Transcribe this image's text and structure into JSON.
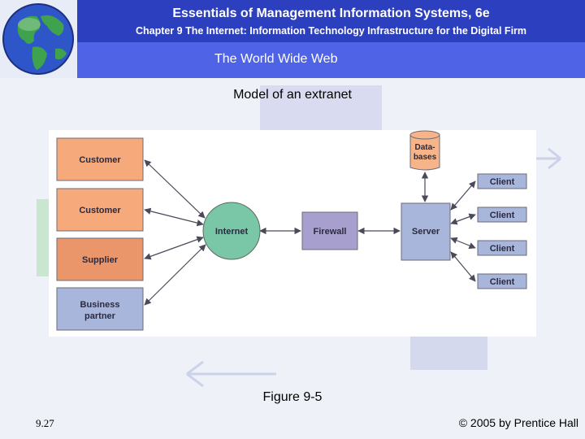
{
  "header": {
    "title": "Essentials of Management Information Systems, 6e",
    "subtitle": "Chapter 9 The Internet: Information Technology Infrastructure for the Digital Firm",
    "section": "The World Wide Web"
  },
  "caption": "Model of an extranet",
  "figure_label": "Figure 9-5",
  "page_number": "9.27",
  "copyright": "© 2005 by Prentice Hall",
  "diagram": {
    "partners": [
      "Customer",
      "Customer",
      "Supplier",
      "Business partner"
    ],
    "partner_colors": [
      "#f6a97a",
      "#f6a97a",
      "#ea956a",
      "#a9b6dc"
    ],
    "internet": "Internet",
    "firewall": "Firewall",
    "server": "Server",
    "databases": "Data-bases",
    "clients": [
      "Client",
      "Client",
      "Client",
      "Client"
    ]
  },
  "colors": {
    "header_dark": "#2b3fbf",
    "header_light": "#4f63e6",
    "internet": "#79c7a6",
    "firewall": "#a7a0cf",
    "server": "#a9b6dc",
    "database": "#f6b488"
  }
}
